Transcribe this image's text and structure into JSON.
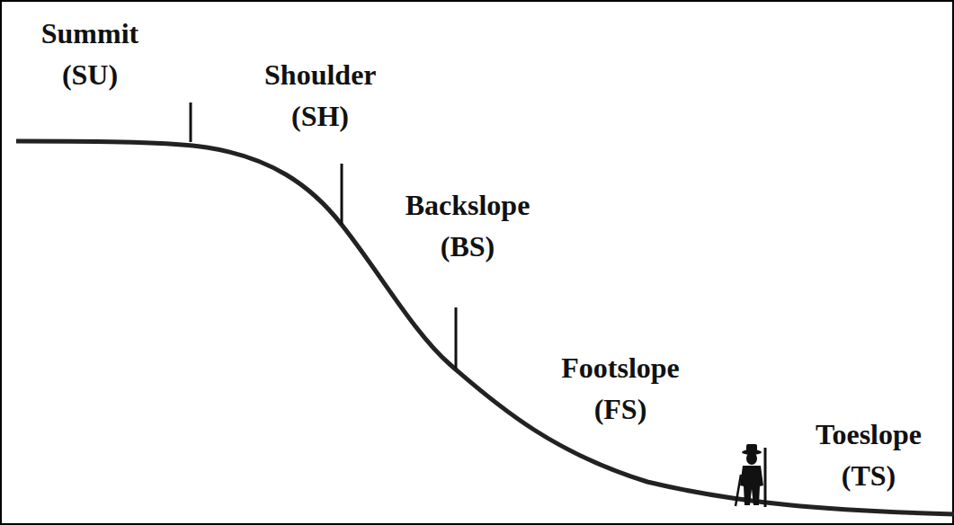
{
  "diagram": {
    "labels": [
      "Summit (SU)",
      "Shoulder (SH)",
      "Backslope (BS)",
      "Footslope (FS)",
      "Toeslope (TS)"
    ]
  }
}
